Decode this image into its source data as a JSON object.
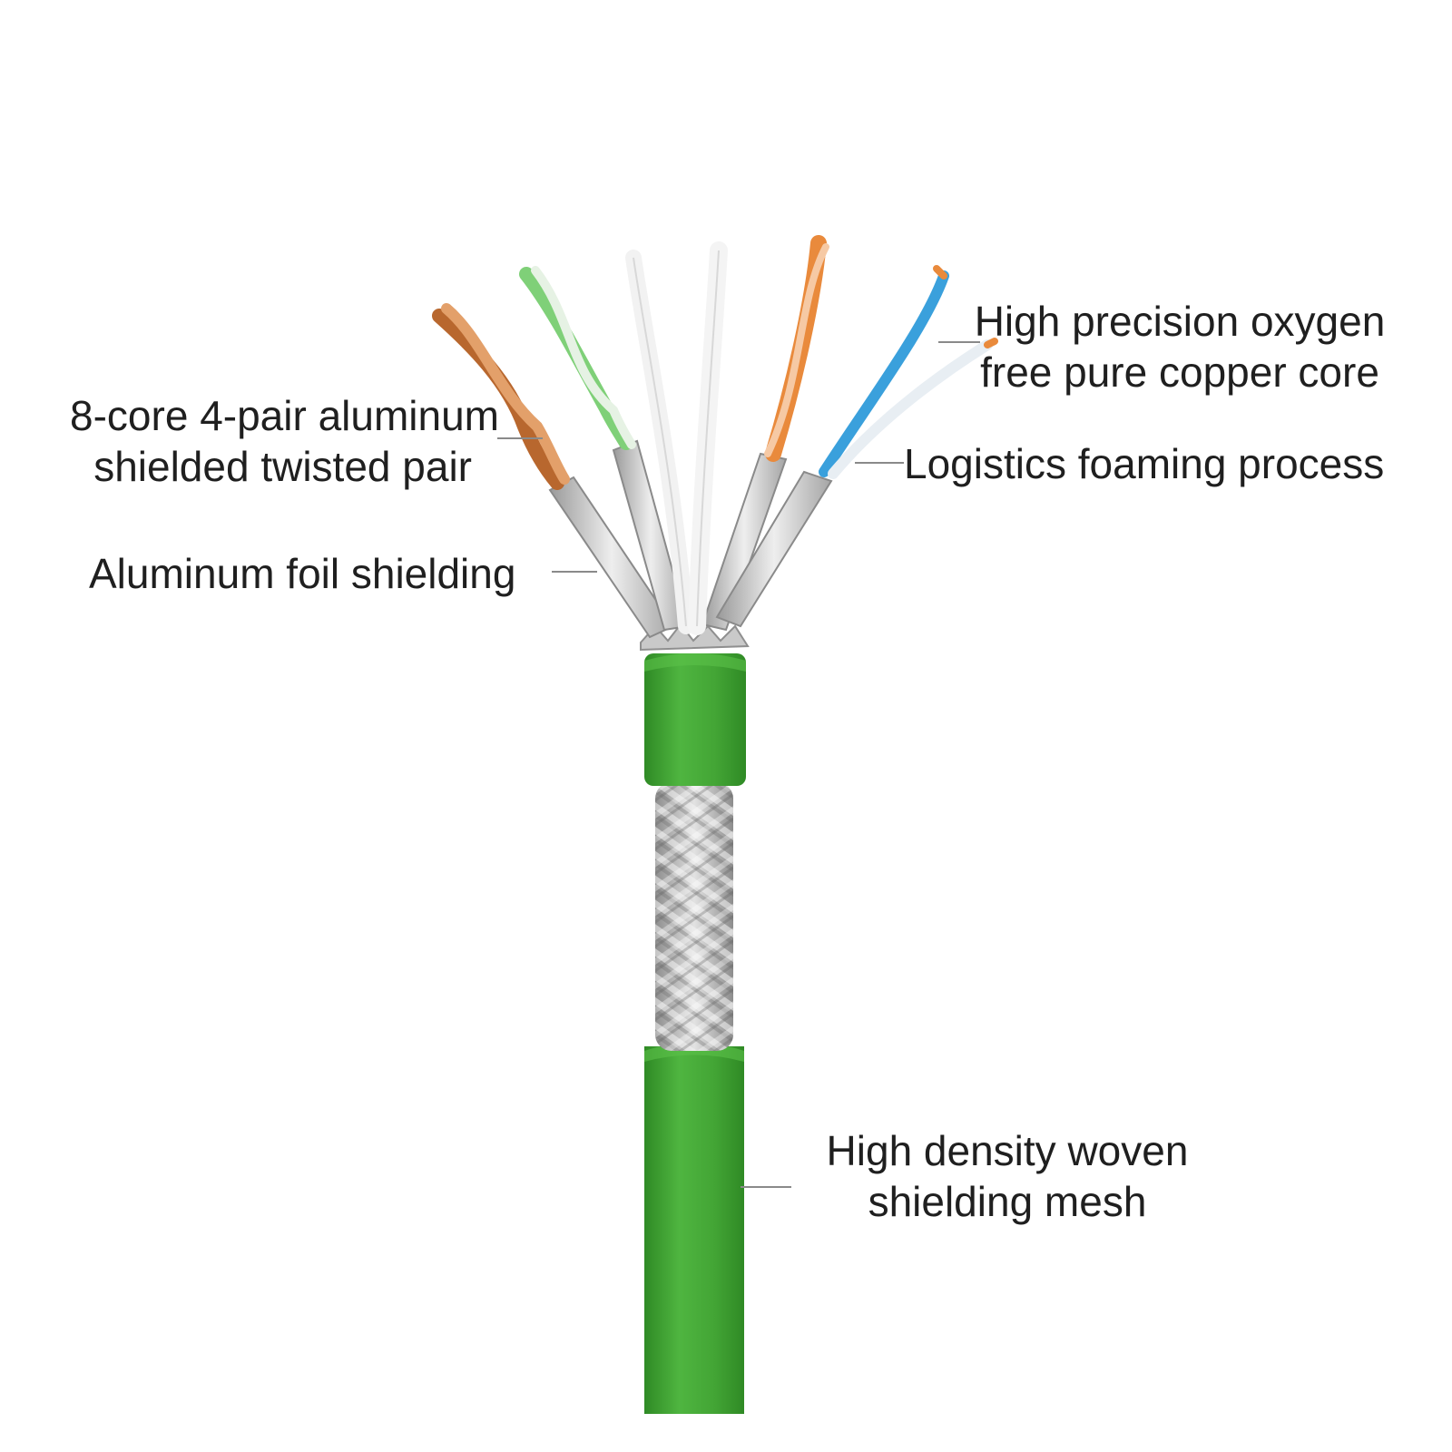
{
  "labels": {
    "twisted_pair": {
      "line1": "8-core 4-pair aluminum",
      "line2": "shielded twisted pair"
    },
    "foil": {
      "line1": "Aluminum foil shielding"
    },
    "copper_core": {
      "line1": "High precision oxygen",
      "line2": "free pure copper core"
    },
    "foaming": {
      "line1": "Logistics foaming process"
    },
    "mesh": {
      "line1": "High density woven",
      "line2": "shielding mesh"
    }
  },
  "colors": {
    "jacket": "#43a535",
    "jacket_shadow": "#2f8a25",
    "braid": "#b9b9b9",
    "foil": "#d6d6d6",
    "orange": "#e98a3c",
    "brown": "#b8672e",
    "green_wire": "#7fd078",
    "blue_wire": "#3aa0dc",
    "white_wire": "#f2f2f2",
    "leader_line": "#8a8a8a"
  }
}
